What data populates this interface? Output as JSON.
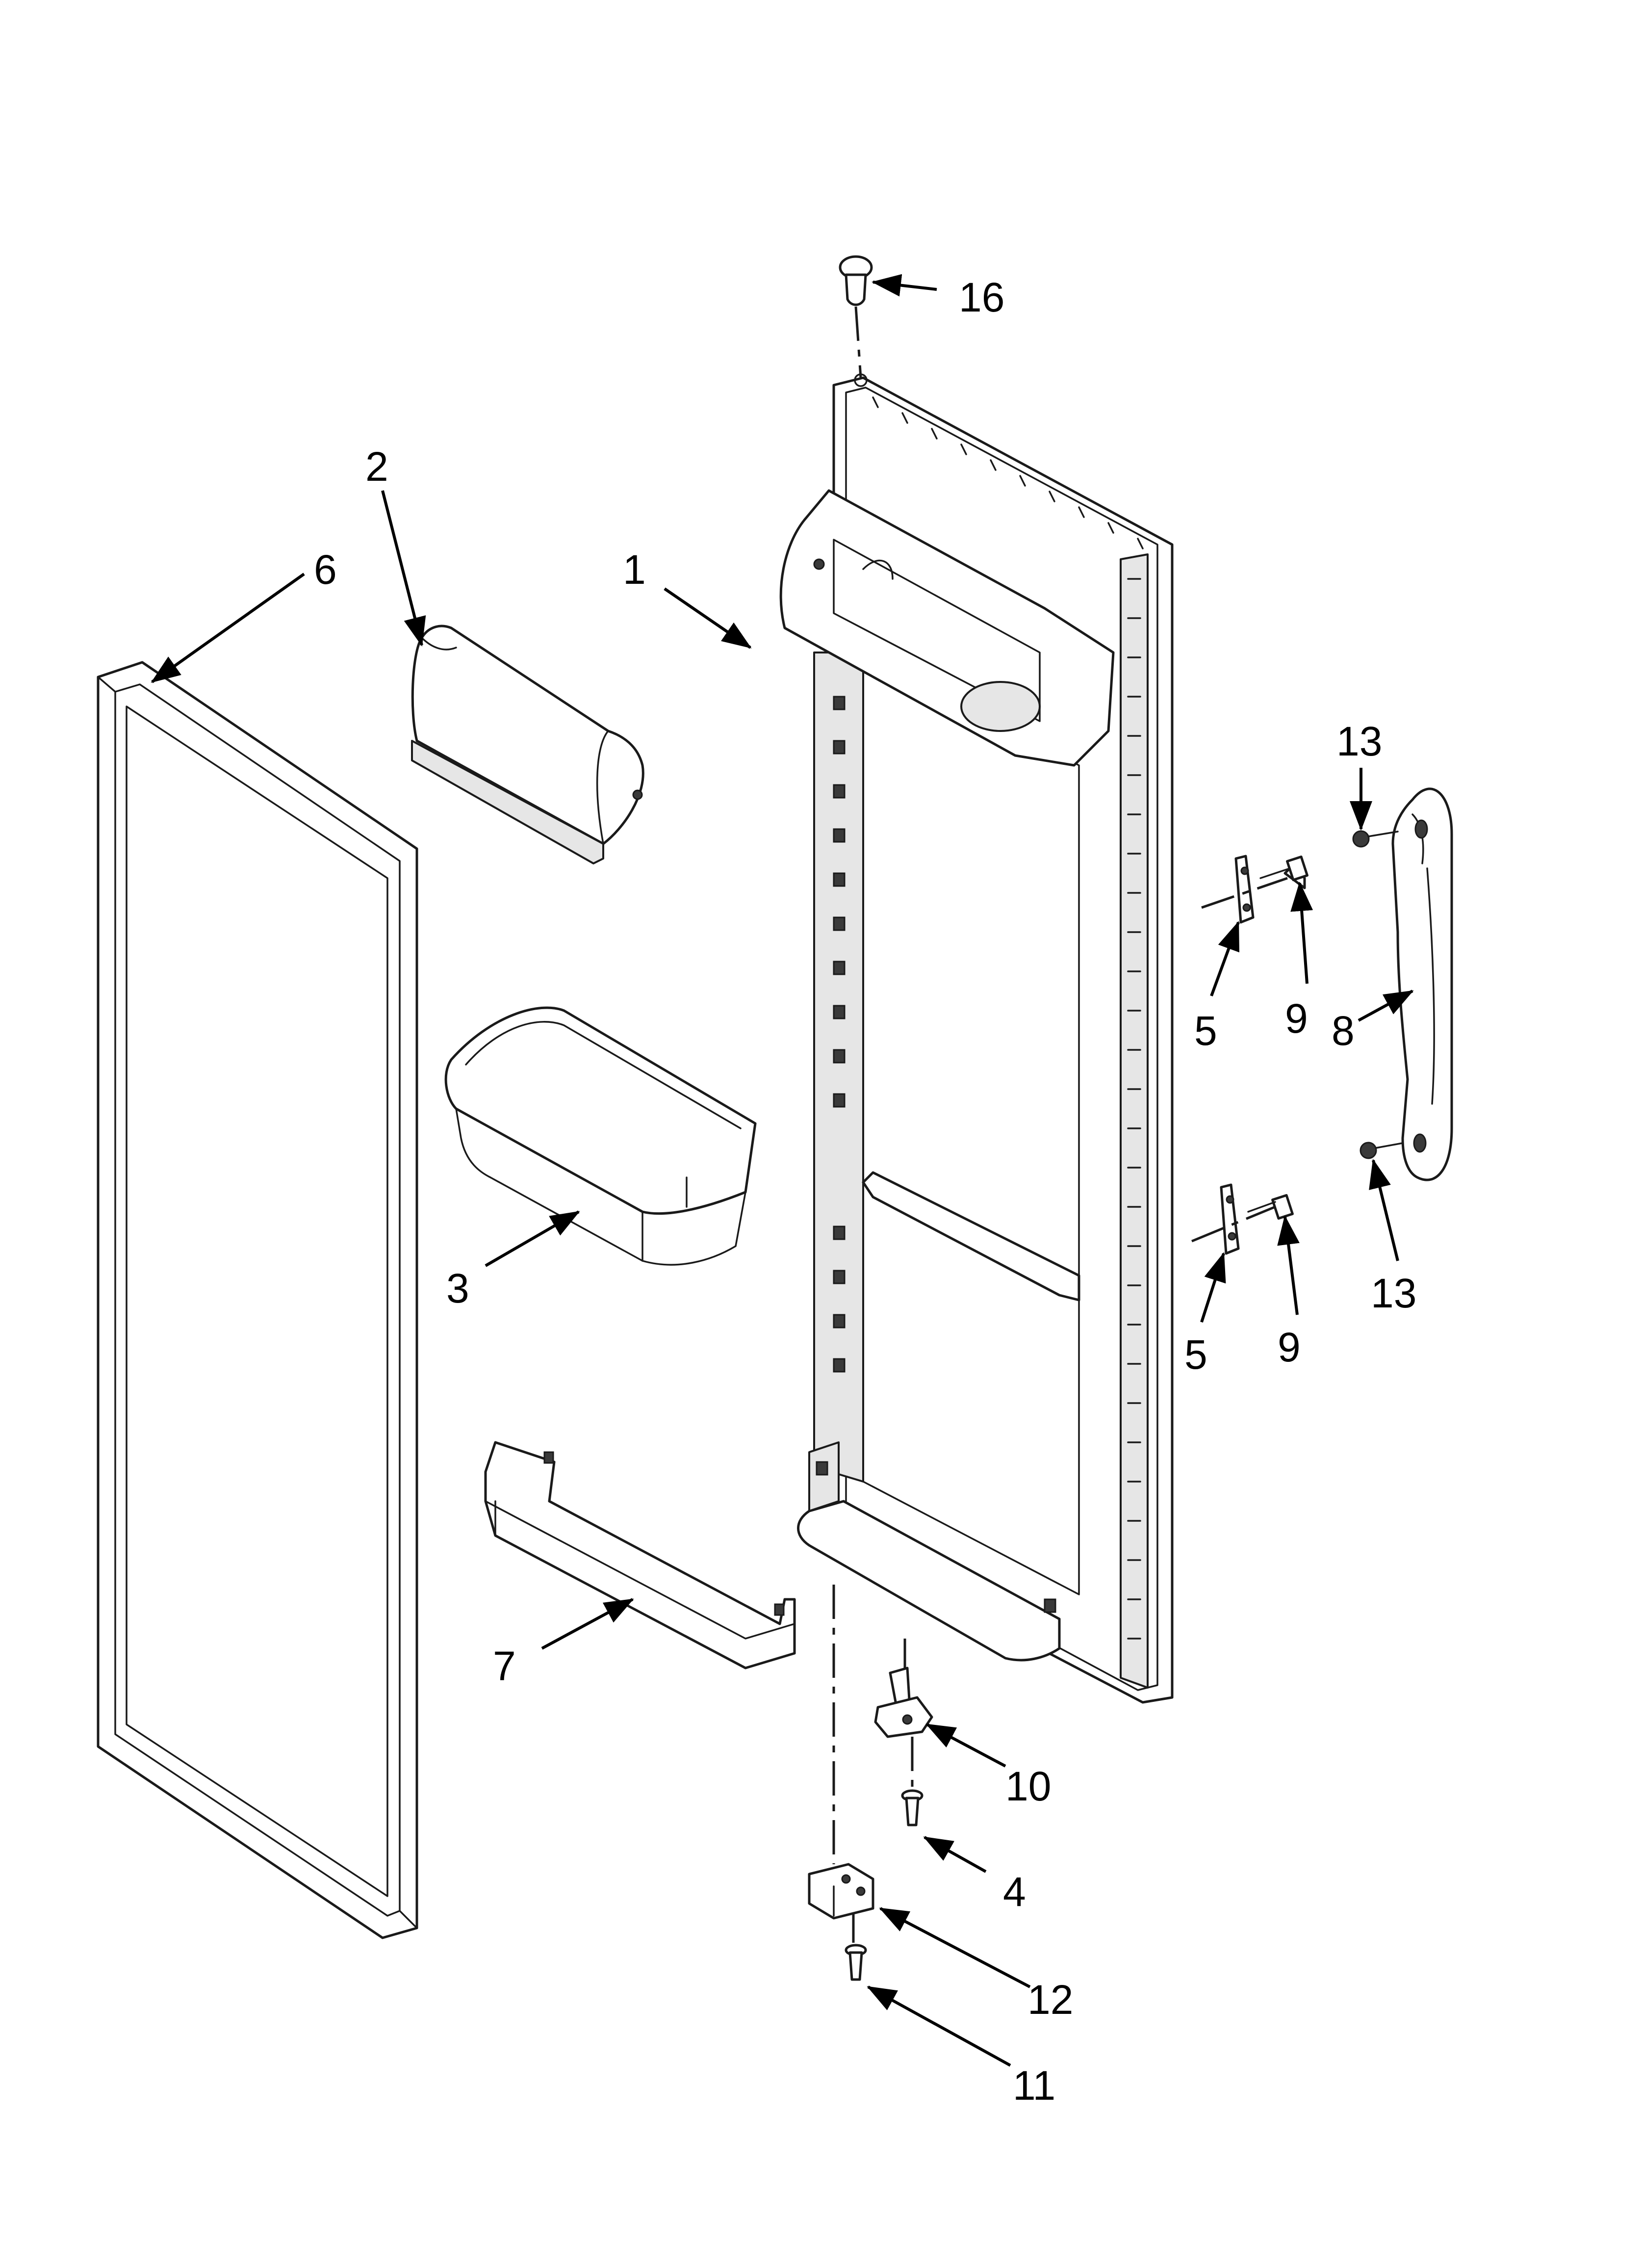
{
  "diagram": {
    "callouts": [
      {
        "id": "c16",
        "label": "16"
      },
      {
        "id": "c2",
        "label": "2"
      },
      {
        "id": "c6",
        "label": "6"
      },
      {
        "id": "c1",
        "label": "1"
      },
      {
        "id": "c13a",
        "label": "13"
      },
      {
        "id": "c5a",
        "label": "5"
      },
      {
        "id": "c9a",
        "label": "9"
      },
      {
        "id": "c8",
        "label": "8"
      },
      {
        "id": "c3",
        "label": "3"
      },
      {
        "id": "c13b",
        "label": "13"
      },
      {
        "id": "c5b",
        "label": "5"
      },
      {
        "id": "c9b",
        "label": "9"
      },
      {
        "id": "c7",
        "label": "7"
      },
      {
        "id": "c10",
        "label": "10"
      },
      {
        "id": "c4",
        "label": "4"
      },
      {
        "id": "c12",
        "label": "12"
      },
      {
        "id": "c11",
        "label": "11"
      }
    ]
  }
}
